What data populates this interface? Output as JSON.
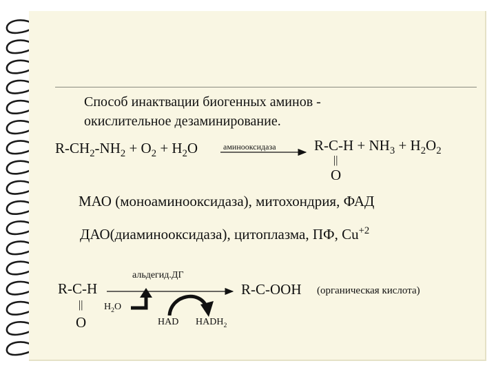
{
  "slide": {
    "title_line1": "Способ инактвации биогенных аминов -",
    "title_line2": "окислительное дезаминирование.",
    "eq1": {
      "left_a": "R-CH",
      "left_sub1": "2",
      "left_b": "-NH",
      "left_sub2": "2",
      "left_c": " + O",
      "left_sub3": "2",
      "left_d": " + H",
      "left_sub4": "2",
      "left_e": "O",
      "enzyme": "аминооксидаза",
      "right_a": "R-C-H + NH",
      "right_sub1": "3",
      "right_b": " + H",
      "right_sub2": "2",
      "right_c": "O",
      "right_sub3": "2",
      "bond": "||",
      "oxygen": "O"
    },
    "mao_line": "МАО (моноаминооксидаза), митохондрия, ФАД",
    "dao_line_a": "ДАО(диаминооксидаза), цитоплазма, ПФ, Cu",
    "dao_sup": "+2",
    "eq2": {
      "enzyme": "альдегид.ДГ",
      "reactant": "R-C-H",
      "bond": "||",
      "oxygen": "O",
      "water_a": "H",
      "water_sub": "2",
      "water_b": "O",
      "nad": "НАD",
      "nadh_a": "НАDН",
      "nadh_sub": "2",
      "product": "R-C-OOH",
      "product_note": "(органическая кислота)"
    }
  },
  "colors": {
    "page": "#f9f6e3",
    "ring": "#1a1a1a",
    "text": "#111111"
  }
}
